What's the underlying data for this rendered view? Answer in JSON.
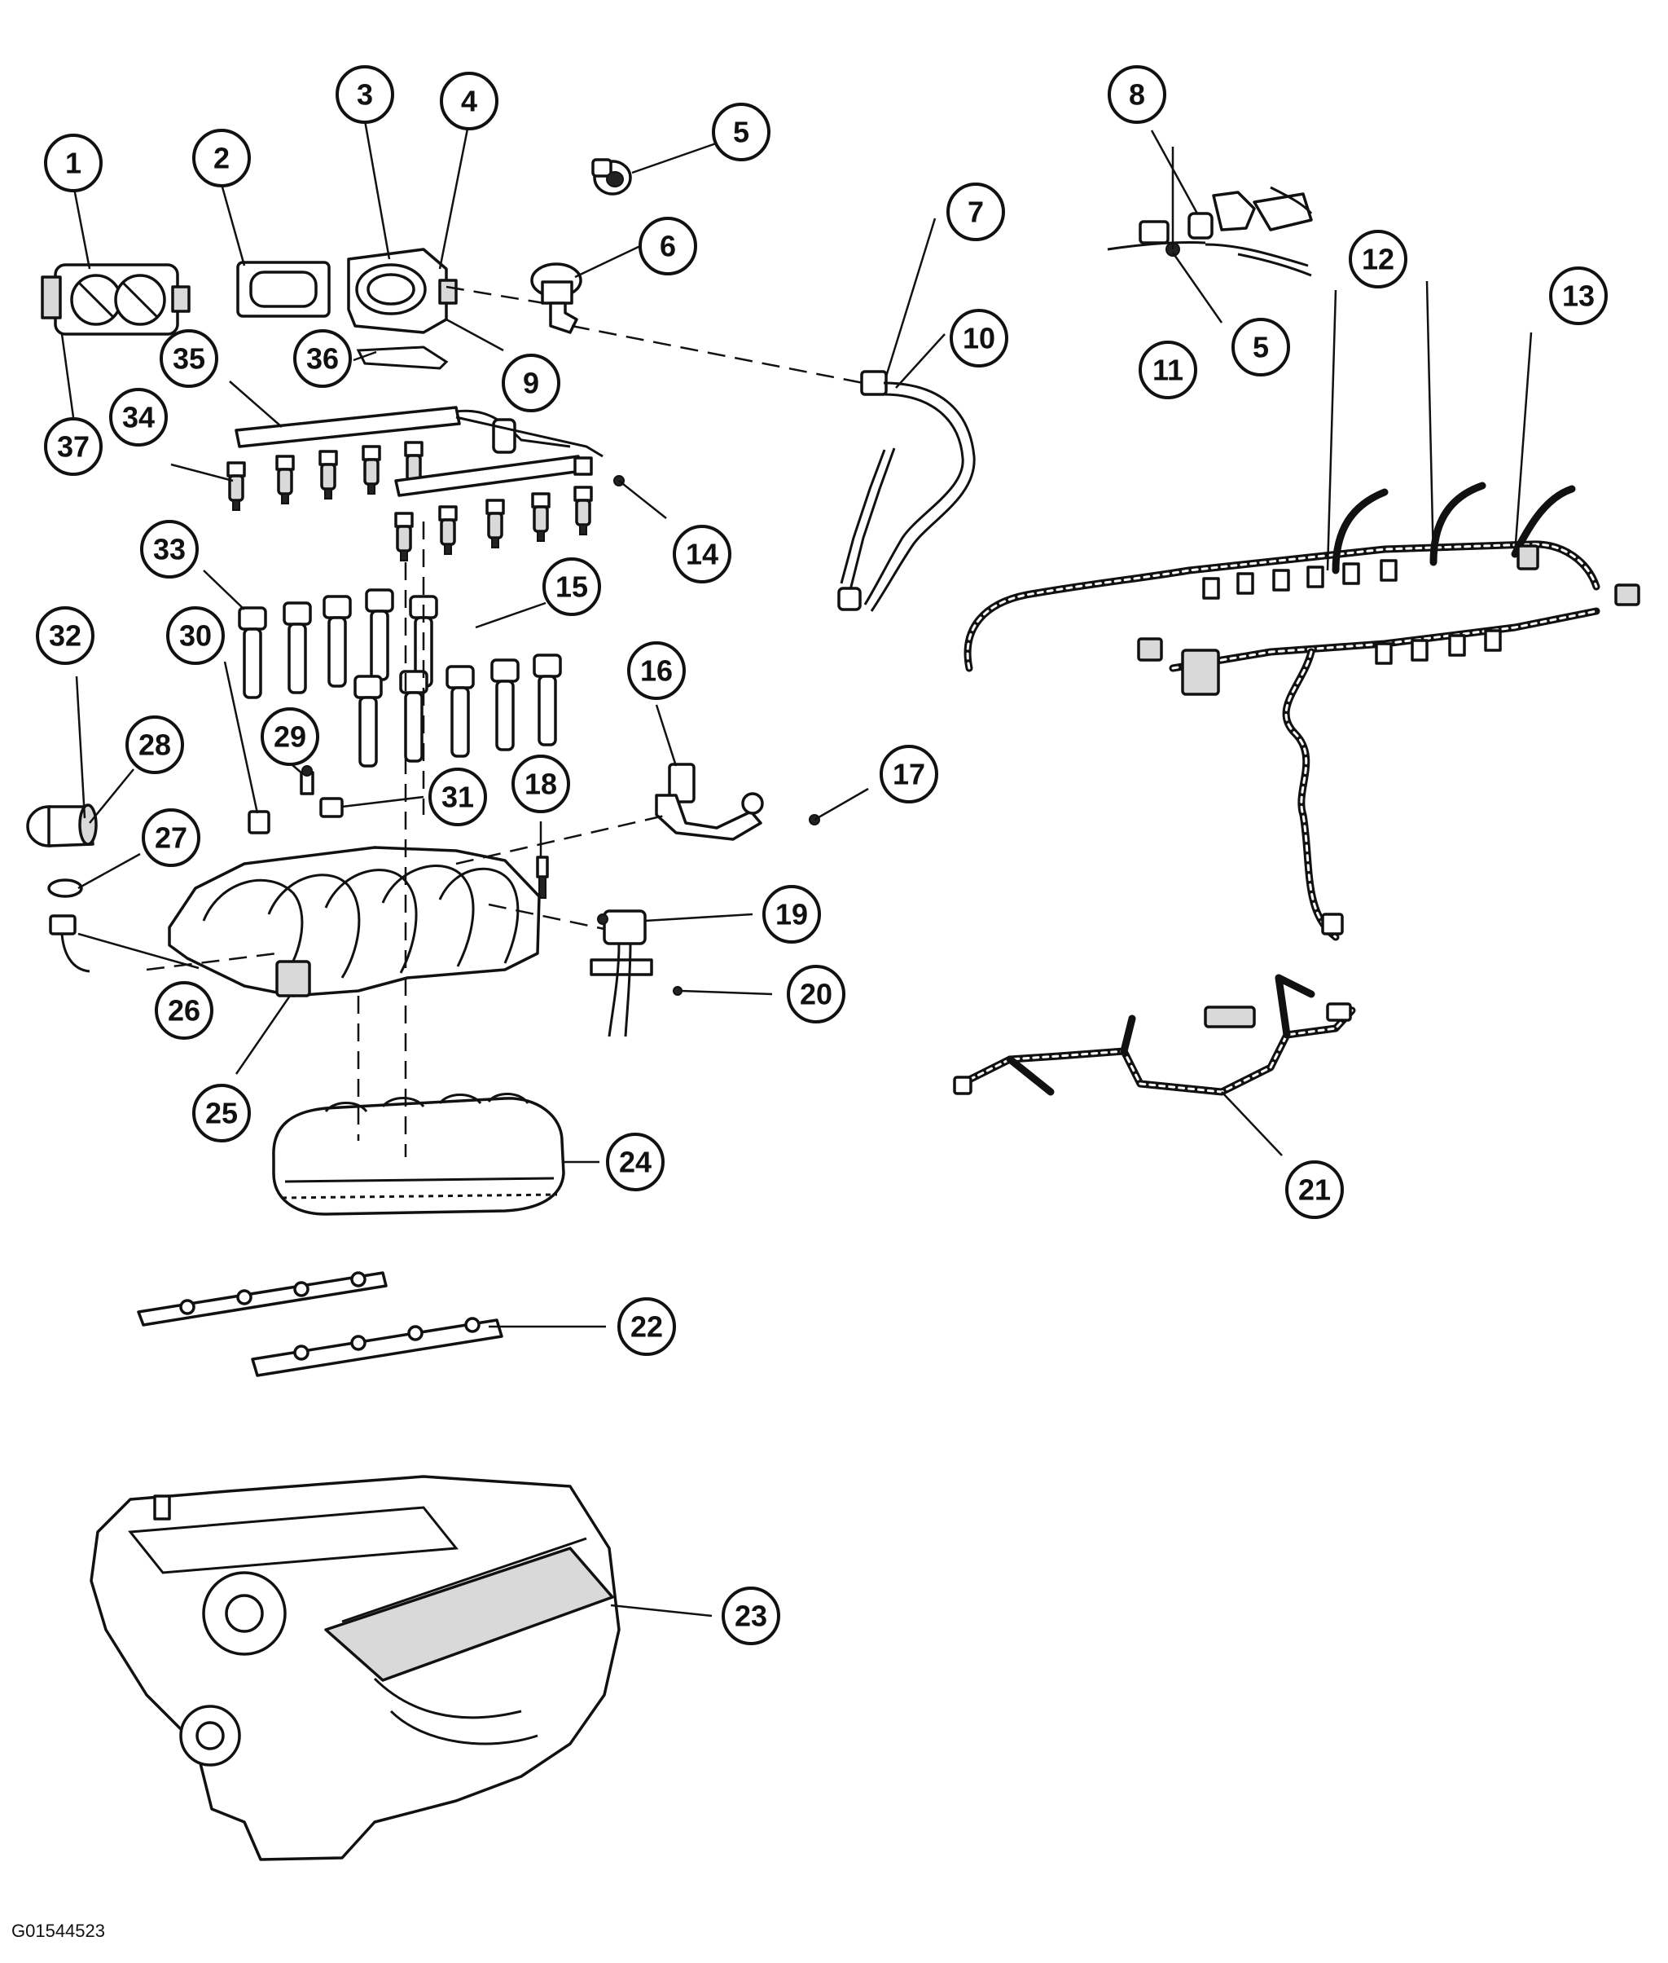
{
  "figure_code": "G01544523",
  "callouts": [
    "1",
    "2",
    "3",
    "4",
    "5",
    "5",
    "6",
    "7",
    "8",
    "9",
    "10",
    "11",
    "12",
    "13",
    "14",
    "15",
    "16",
    "17",
    "18",
    "19",
    "20",
    "21",
    "22",
    "23",
    "24",
    "25",
    "26",
    "27",
    "28",
    "29",
    "30",
    "31",
    "32",
    "33",
    "34",
    "35",
    "36",
    "37"
  ],
  "colors": {
    "ink": "#111111",
    "paper": "#ffffff",
    "fill": "#d9d9d9"
  }
}
